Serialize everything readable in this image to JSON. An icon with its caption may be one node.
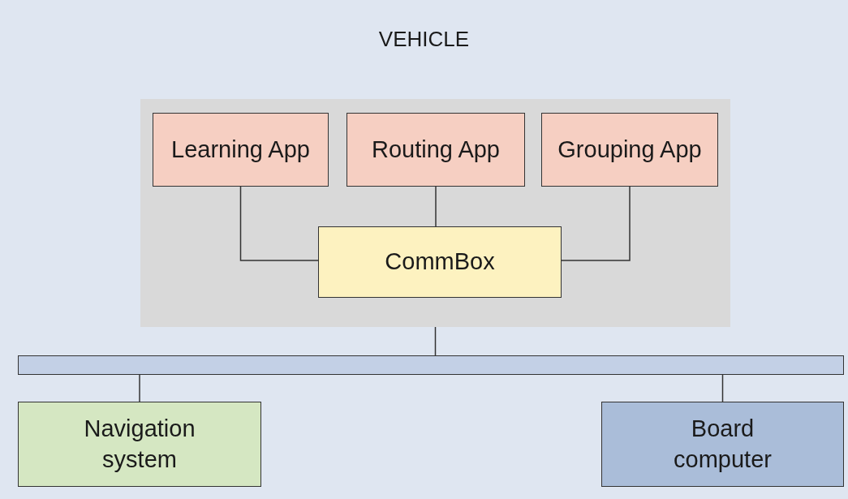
{
  "diagram": {
    "nodes": [
      {
        "text": [
          "VEHICLE"
        ]
      },
      {
        "text": [],
        "shape": "box",
        "in": 0
      },
      {
        "text": [
          "Learning App"
        ],
        "in": 1
      },
      {
        "text": [
          "Routing App"
        ],
        "in": 1
      },
      {
        "text": [
          "Grouping App"
        ],
        "in": 1
      },
      {
        "text": [
          "CommBox"
        ],
        "in": 1
      },
      {
        "text": [],
        "shape": "bar",
        "in": 0
      },
      {
        "text": [
          "Navigation system"
        ],
        "in": 0
      },
      {
        "text": [
          "Board computer"
        ],
        "in": 0
      }
    ],
    "edges": [
      {
        "from": 2,
        "to": 5,
        "arrow": "none"
      },
      {
        "from": 3,
        "to": 5,
        "arrow": "none"
      },
      {
        "from": 4,
        "to": 5,
        "arrow": "none"
      },
      {
        "from": 1,
        "to": 6,
        "arrow": "none"
      },
      {
        "from": 6,
        "to": 7,
        "arrow": "none"
      },
      {
        "from": 6,
        "to": 8,
        "arrow": "none"
      }
    ]
  }
}
